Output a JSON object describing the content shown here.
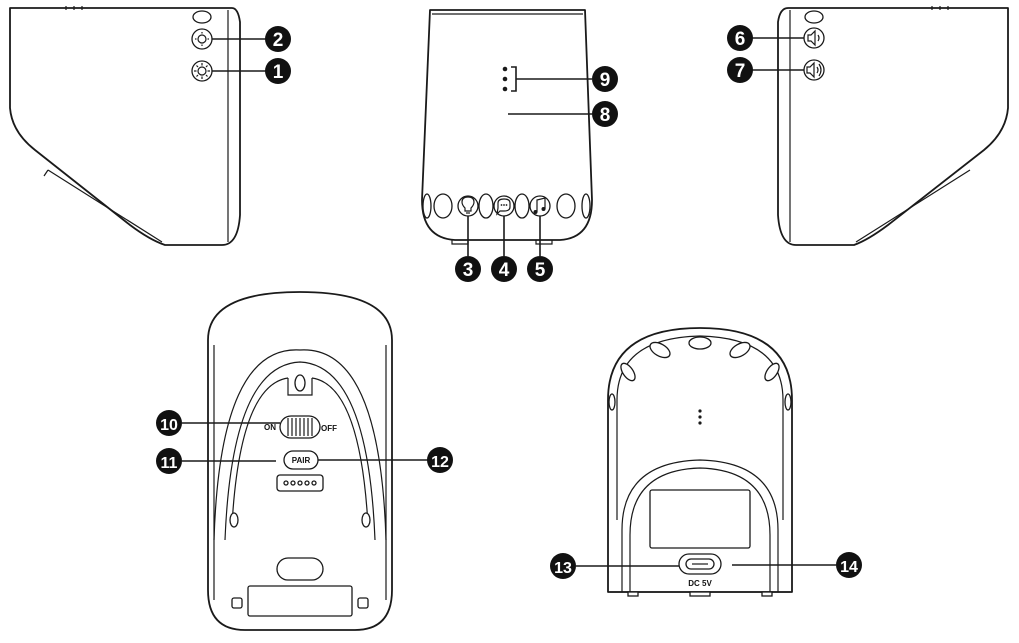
{
  "callouts": [
    {
      "number": "1"
    },
    {
      "number": "2"
    },
    {
      "number": "3"
    },
    {
      "number": "4"
    },
    {
      "number": "5"
    },
    {
      "number": "6"
    },
    {
      "number": "7"
    },
    {
      "number": "8"
    },
    {
      "number": "9"
    },
    {
      "number": "10"
    },
    {
      "number": "11"
    },
    {
      "number": "12"
    },
    {
      "number": "13"
    },
    {
      "number": "14"
    }
  ],
  "labels": {
    "on": "ON",
    "off": "OFF",
    "pair": "PAIR",
    "dc": "DC 5V"
  },
  "icons": [
    "brightness-low-icon",
    "brightness-high-icon",
    "light-icon",
    "chat-icon",
    "music-icon",
    "volume-down-icon",
    "volume-up-icon"
  ],
  "colors": {
    "line": "#1a1a1a",
    "callout": "#111111"
  }
}
